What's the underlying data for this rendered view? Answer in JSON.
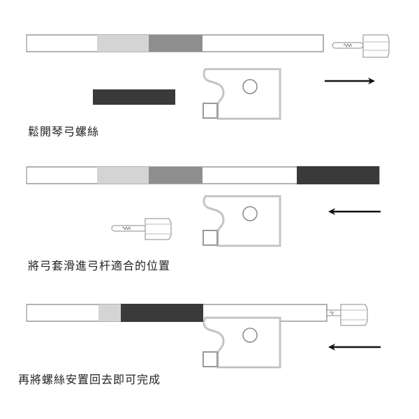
{
  "steps": [
    {
      "caption": "鬆開琴弓螺絲",
      "arrow": "right"
    },
    {
      "caption": "將弓套滑進弓杆適合的位置",
      "arrow": "left"
    },
    {
      "caption": "再將螺絲安置回去即可完成",
      "arrow": "left"
    }
  ],
  "colors": {
    "light_gray": "#d4d4d4",
    "mid_gray": "#8e8e8e",
    "dark": "#3a3a3a",
    "outline": "#9a9a9a"
  }
}
